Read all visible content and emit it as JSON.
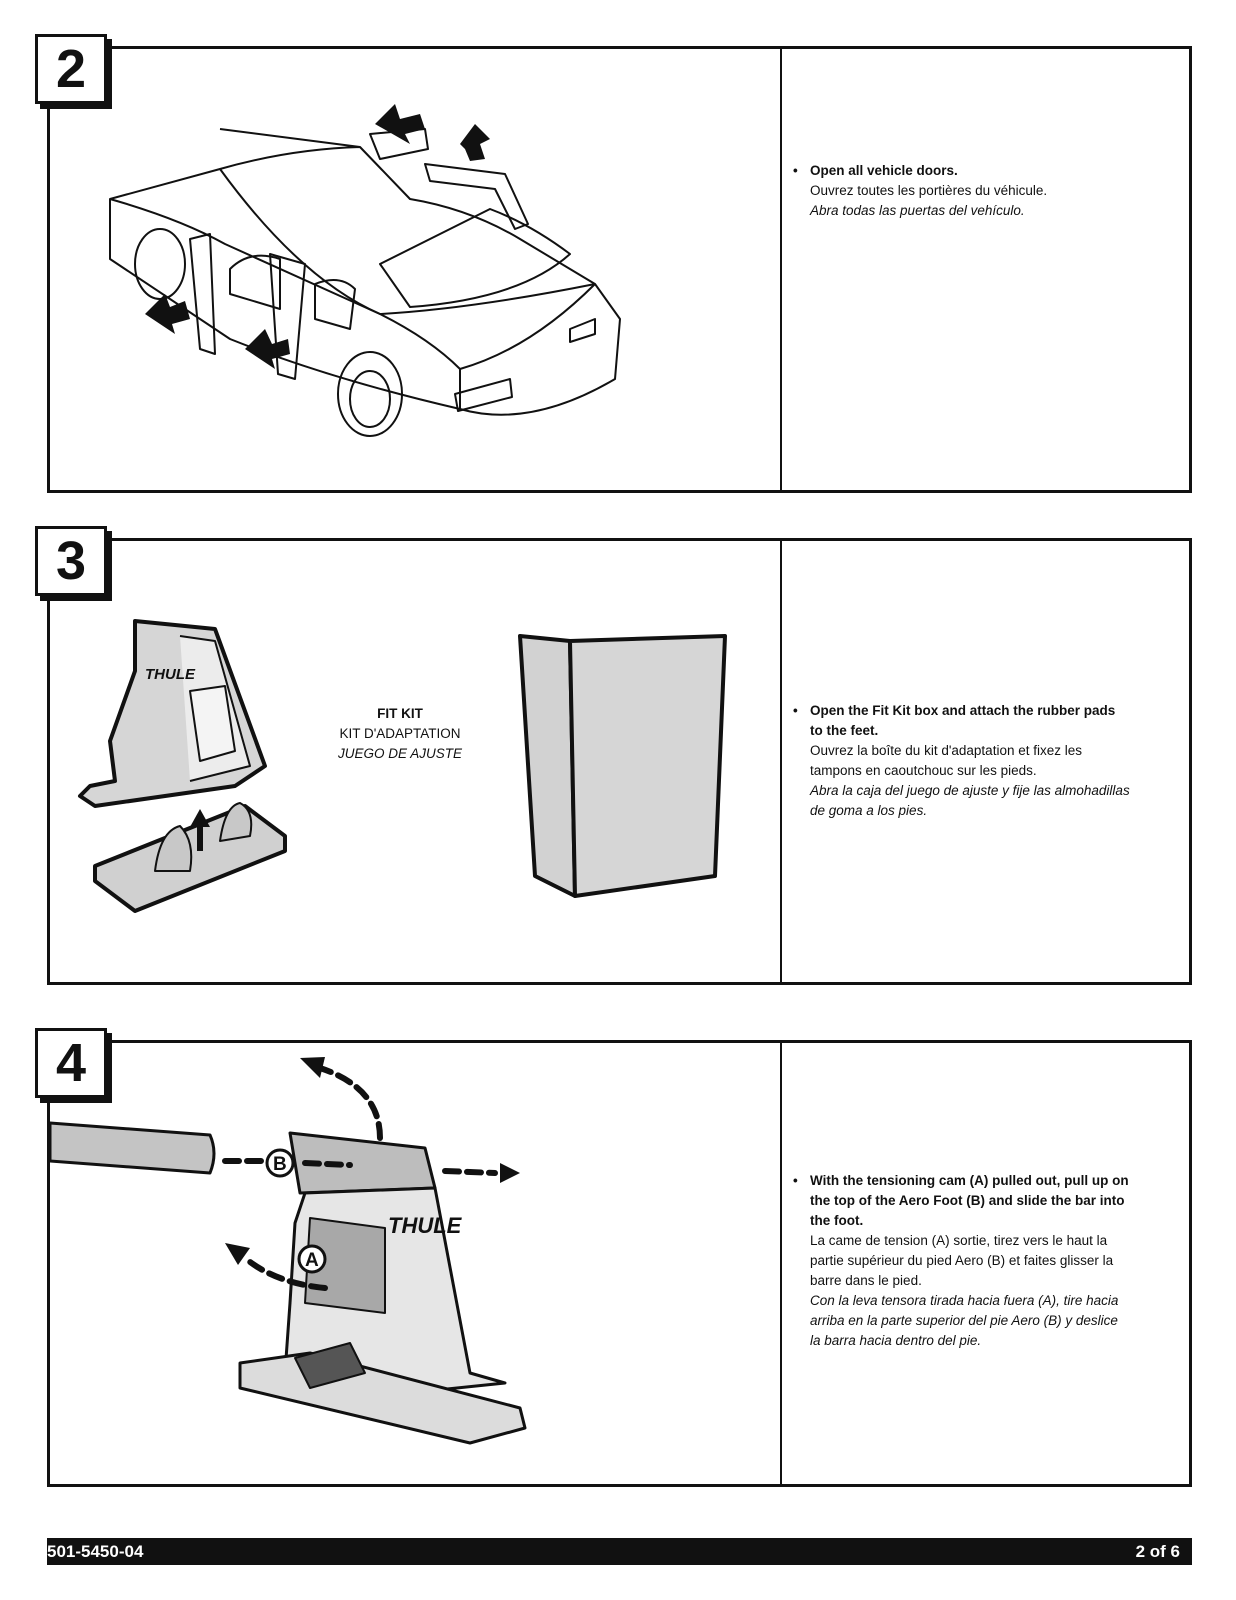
{
  "steps": [
    {
      "number": "2",
      "en": "Open all vehicle doors.",
      "fr": "Ouvrez toutes les portières du véhicule.",
      "es": "Abra todas las puertas del vehículo."
    },
    {
      "number": "3",
      "en": "Open the Fit Kit box and attach the rubber pads to the feet.",
      "fr": "Ouvrez la boîte du kit d'adaptation et fixez les tampons en caoutchouc sur les pieds.",
      "es": "Abra la caja del juego de ajuste y fije las almohadillas de goma a los pies.",
      "label_en": "FIT KIT",
      "label_fr": "KIT D'ADAPTATION",
      "label_es": "JUEGO DE AJUSTE",
      "brand": "THULE"
    },
    {
      "number": "4",
      "en": "With the tensioning cam (A) pulled out, pull up on the top of the Aero Foot (B) and slide the bar into the foot.",
      "fr": "La came de tension (A) sortie, tirez vers le haut la partie supérieur du pied Aero (B) et faites glisser la barre dans le pied.",
      "es": "Con la leva tensora tirada hacia fuera (A), tire hacia arriba en la parte superior del pie Aero (B) y deslice la barra hacia dentro del pie.",
      "callout_a": "A",
      "callout_b": "B",
      "brand": "THULE"
    }
  ],
  "footer": {
    "part_number": "501-5450-04",
    "page": "2 of 6"
  }
}
